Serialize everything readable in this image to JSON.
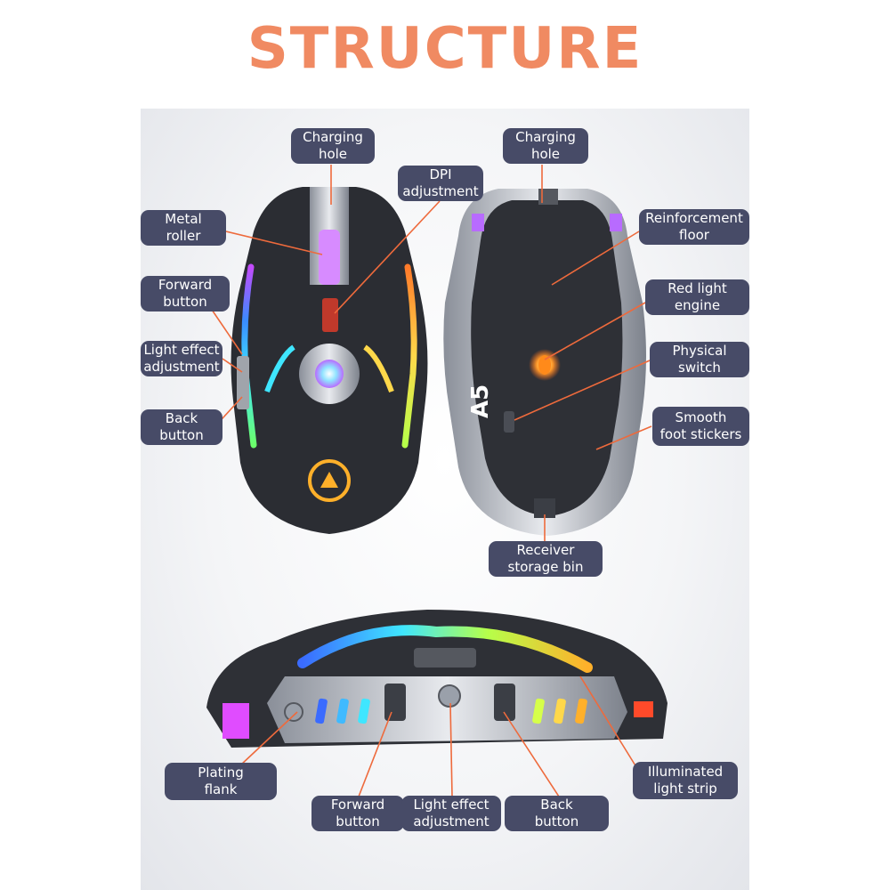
{
  "title": "STRUCTURE",
  "labels": {
    "top_charging_hole": "Charging\nhole",
    "dpi_adjustment": "DPI\nadjustment",
    "metal_roller": "Metal\nroller",
    "forward_button_top": "Forward\nbutton",
    "light_effect_top": "Light effect\nadjustment",
    "back_button_top": "Back\nbutton",
    "bottom_charging_hole": "Charging\nhole",
    "reinforcement_floor": "Reinforcement\nfloor",
    "red_light_engine": "Red light\nengine",
    "physical_switch": "Physical\nswitch",
    "smooth_foot_stickers": "Smooth\nfoot stickers",
    "receiver_storage_bin": "Receiver\nstorage bin",
    "plating_flank": "Plating\nflank",
    "forward_button_side": "Forward\nbutton",
    "light_effect_side": "Light effect\nadjustment",
    "back_button_side": "Back\nbutton",
    "illuminated_light_strip": "Illuminated\nlight strip"
  },
  "mouse_print": {
    "model": "A5"
  },
  "colors": {
    "title": "#f08a62",
    "label_bg": "#474b67",
    "label_text": "#ffffff",
    "leader_line": "#ee6a3c"
  }
}
